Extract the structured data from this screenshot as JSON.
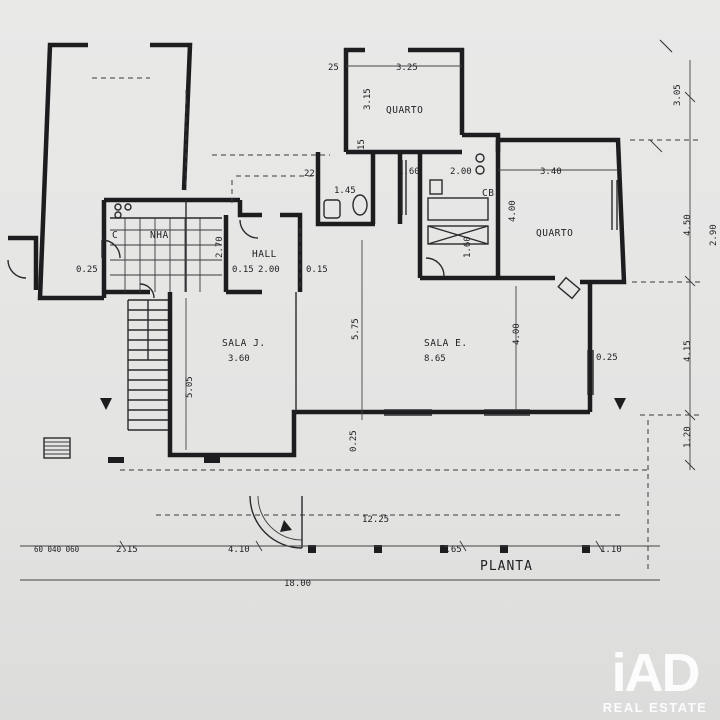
{
  "plan": {
    "title": "PLANTA",
    "rooms": {
      "cozinha": "C",
      "cozinha_suffix": "NHA",
      "hall": "HALL",
      "sala_j": "SALA J.",
      "sala_e": "SALA E.",
      "quarto_top": "QUARTO",
      "quarto_right": "QUARTO",
      "wc": "CB"
    },
    "dimensions": {
      "total_width": "18.00",
      "sala_j_width": "3.60",
      "sala_e_width": "8.65",
      "hall_width": "2.00",
      "quarto_top_width": "3.25",
      "quarto_right_width": "3.40",
      "wc_width": "2.00",
      "bath_width": "1.45",
      "bottom_1": "2.15",
      "bottom_2": "4.10",
      "bottom_3": "8.65",
      "bottom_4": "1.10",
      "bottom_left": "60 040 060",
      "terrace": "12.25",
      "h_575": "5.75",
      "h_505": "5.05",
      "h_400a": "4.00",
      "h_400b": "4.00",
      "h_315": "3.15",
      "h_160": "1.60",
      "h_160b": "1.60",
      "h_270": "2.70",
      "r_305": "3.05",
      "r_450": "4.50",
      "r_415": "4.15",
      "r_120": "1.20",
      "r_290": "2.90",
      "w_025a": "0.25",
      "w_025b": "0.25",
      "w_025c": "0.25",
      "w_015a": "0.15",
      "w_015b": "0.15",
      "w25": "25",
      "w15": "15",
      "w22": "22"
    }
  },
  "logo": {
    "mark": "iAD",
    "subtitle": "REAL ESTATE"
  }
}
